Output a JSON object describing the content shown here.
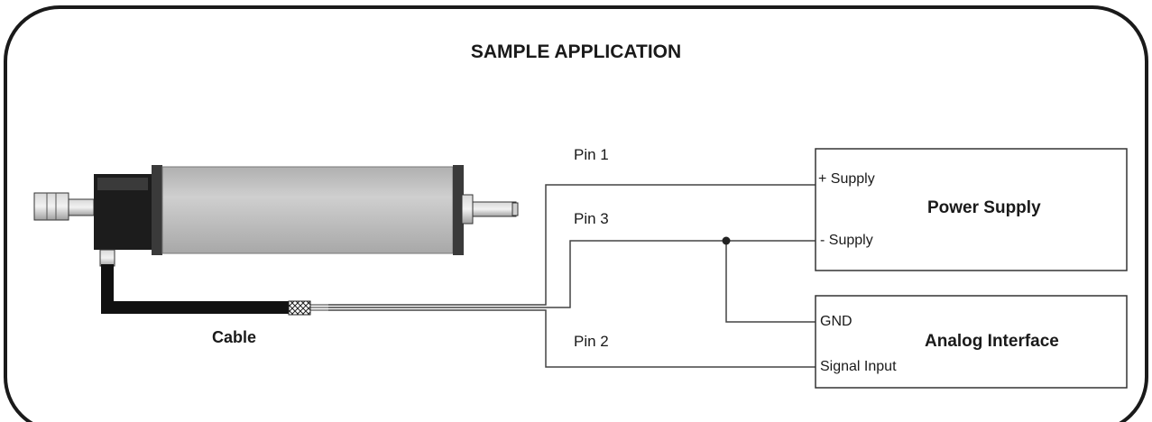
{
  "title": "SAMPLE APPLICATION",
  "wires": {
    "pin1": "Pin 1",
    "pin3": "Pin 3",
    "pin2": "Pin 2"
  },
  "cable_label": "Cable",
  "power_supply": {
    "title": "Power Supply",
    "plus": "+ Supply",
    "minus": "- Supply"
  },
  "analog_interface": {
    "title": "Analog Interface",
    "gnd": "GND",
    "signal": "Signal Input"
  },
  "colors": {
    "frame": "#1a1a1a",
    "sensor_body": "#c4c4c4",
    "sensor_end": "#3a3a3a",
    "cable": "#111111",
    "wire": "#444444"
  }
}
